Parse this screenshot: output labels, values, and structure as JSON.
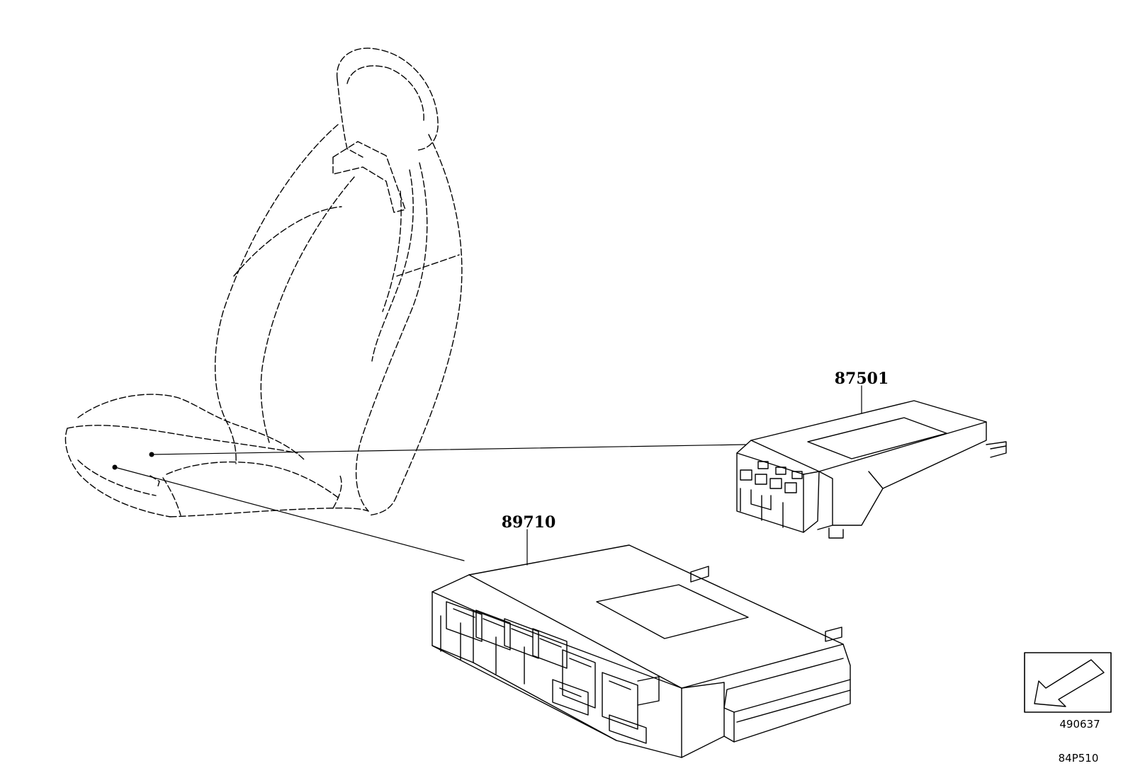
{
  "parts": [
    {
      "number": "87501",
      "name": "module-87501"
    },
    {
      "number": "89710",
      "name": "module-89710"
    }
  ],
  "reference": {
    "view_code": "490637",
    "illustration_code": "84P510"
  },
  "colors": {
    "line": "#000000",
    "background": "#ffffff"
  },
  "icons": {
    "view_direction": "arrow-down-left-icon"
  }
}
